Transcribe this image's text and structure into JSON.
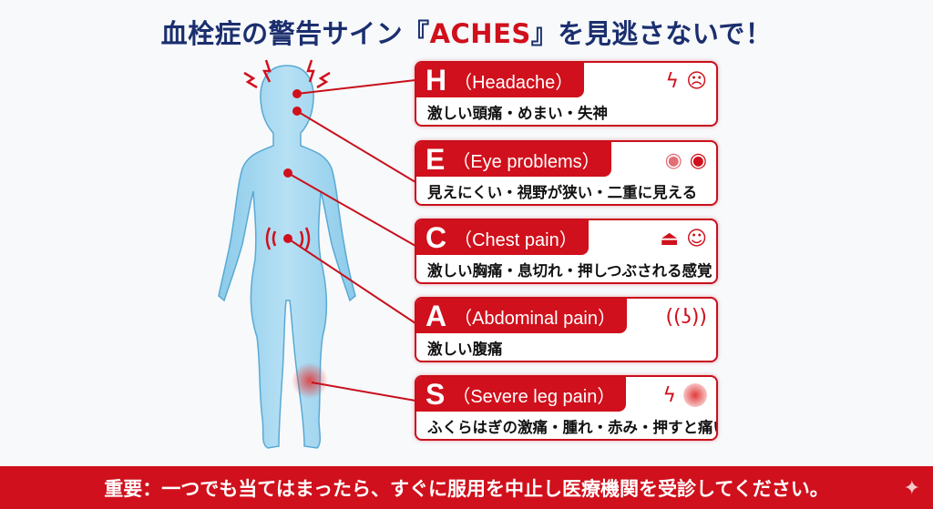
{
  "title": {
    "prefix": "血栓症の警告サイン『",
    "acronym": "ACHES",
    "suffix": "』を見逃さないで！"
  },
  "colors": {
    "accent": "#d0101c",
    "title": "#1b2f6e",
    "body": "#9fd4ee"
  },
  "cards": [
    {
      "letter": "H",
      "english": "（Headache）",
      "description": "激しい頭痛・めまい・失神",
      "icons": [
        "headache-pain-icon",
        "dizziness-head-icon"
      ]
    },
    {
      "letter": "E",
      "english": "（Eye problems）",
      "description": "見えにくい・視野が狭い・二重に見える",
      "icons": [
        "blurred-eye-icon",
        "red-eye-icon"
      ]
    },
    {
      "letter": "C",
      "english": "（Chest pain）",
      "description": "激しい胸痛・息切れ・押しつぶされる感覚",
      "icons": [
        "weight-pressure-icon",
        "breathless-face-icon"
      ]
    },
    {
      "letter": "A",
      "english": "（Abdominal pain）",
      "description": "激しい腹痛",
      "icons": [
        "stomach-pain-icon"
      ]
    },
    {
      "letter": "S",
      "english": "（Severe leg pain）",
      "description": "ふくらはぎの激痛・腫れ・赤み・押すと痛い",
      "icons": [
        "leg-pain-icon",
        "red-swelling-icon"
      ]
    }
  ],
  "banner": {
    "text": "重要：一つでも当てはまったら、すぐに服用を中止し医療機関を受診してください。"
  }
}
